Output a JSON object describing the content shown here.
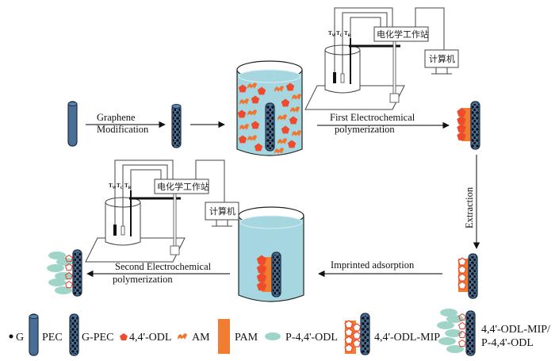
{
  "diagram": {
    "colors": {
      "electrode": "#4a6f96",
      "electrode_stroke": "#1d2f45",
      "graphene_dot": "#111111",
      "odl": "#ef4a2c",
      "am": "#f0752e",
      "pam": "#ef7d32",
      "p_odl": "#9fd4c8",
      "solution": "#a6d7e0",
      "arrow": "#333333"
    },
    "steps": [
      {
        "id": "graphene-modification",
        "label_line1": "Graphene",
        "label_line2": "Modification"
      },
      {
        "id": "first-polymerization",
        "label_line1": "First Electrochemical",
        "label_line2": "polymerization"
      },
      {
        "id": "extraction",
        "label_line1": "Extraction"
      },
      {
        "id": "imprinted-adsorption",
        "label_line1": "Imprinted adsorption"
      },
      {
        "id": "second-polymerization",
        "label_line1": "Second Electrochemical",
        "label_line2": "polymerization"
      }
    ],
    "apparatus": {
      "workstation_label": "电化学工作站",
      "computer_label": "计算机",
      "electrode_labels": [
        "T",
        "T",
        "T"
      ],
      "electrode_subscripts": [
        "W",
        "C",
        "R"
      ]
    },
    "legend": [
      {
        "icon": "graphene-dot",
        "label": "G"
      },
      {
        "icon": "bare-electrode",
        "label": "PEC"
      },
      {
        "icon": "graphene-electrode",
        "label": "G-PEC"
      },
      {
        "icon": "odl-pentagon",
        "label": "4,4'-ODL"
      },
      {
        "icon": "am-squiggle",
        "label": "AM"
      },
      {
        "icon": "pam-bar",
        "label": "PAM"
      },
      {
        "icon": "p-odl-ellipse",
        "label": "P-4,4'-ODL"
      },
      {
        "icon": "mip-electrode",
        "label": "4,4'-ODL-MIP"
      },
      {
        "icon": "mip-p-odl-electrode",
        "label_line1": "4,4'-ODL-MIP/",
        "label_line2": "P-4,4'-ODL"
      }
    ]
  }
}
